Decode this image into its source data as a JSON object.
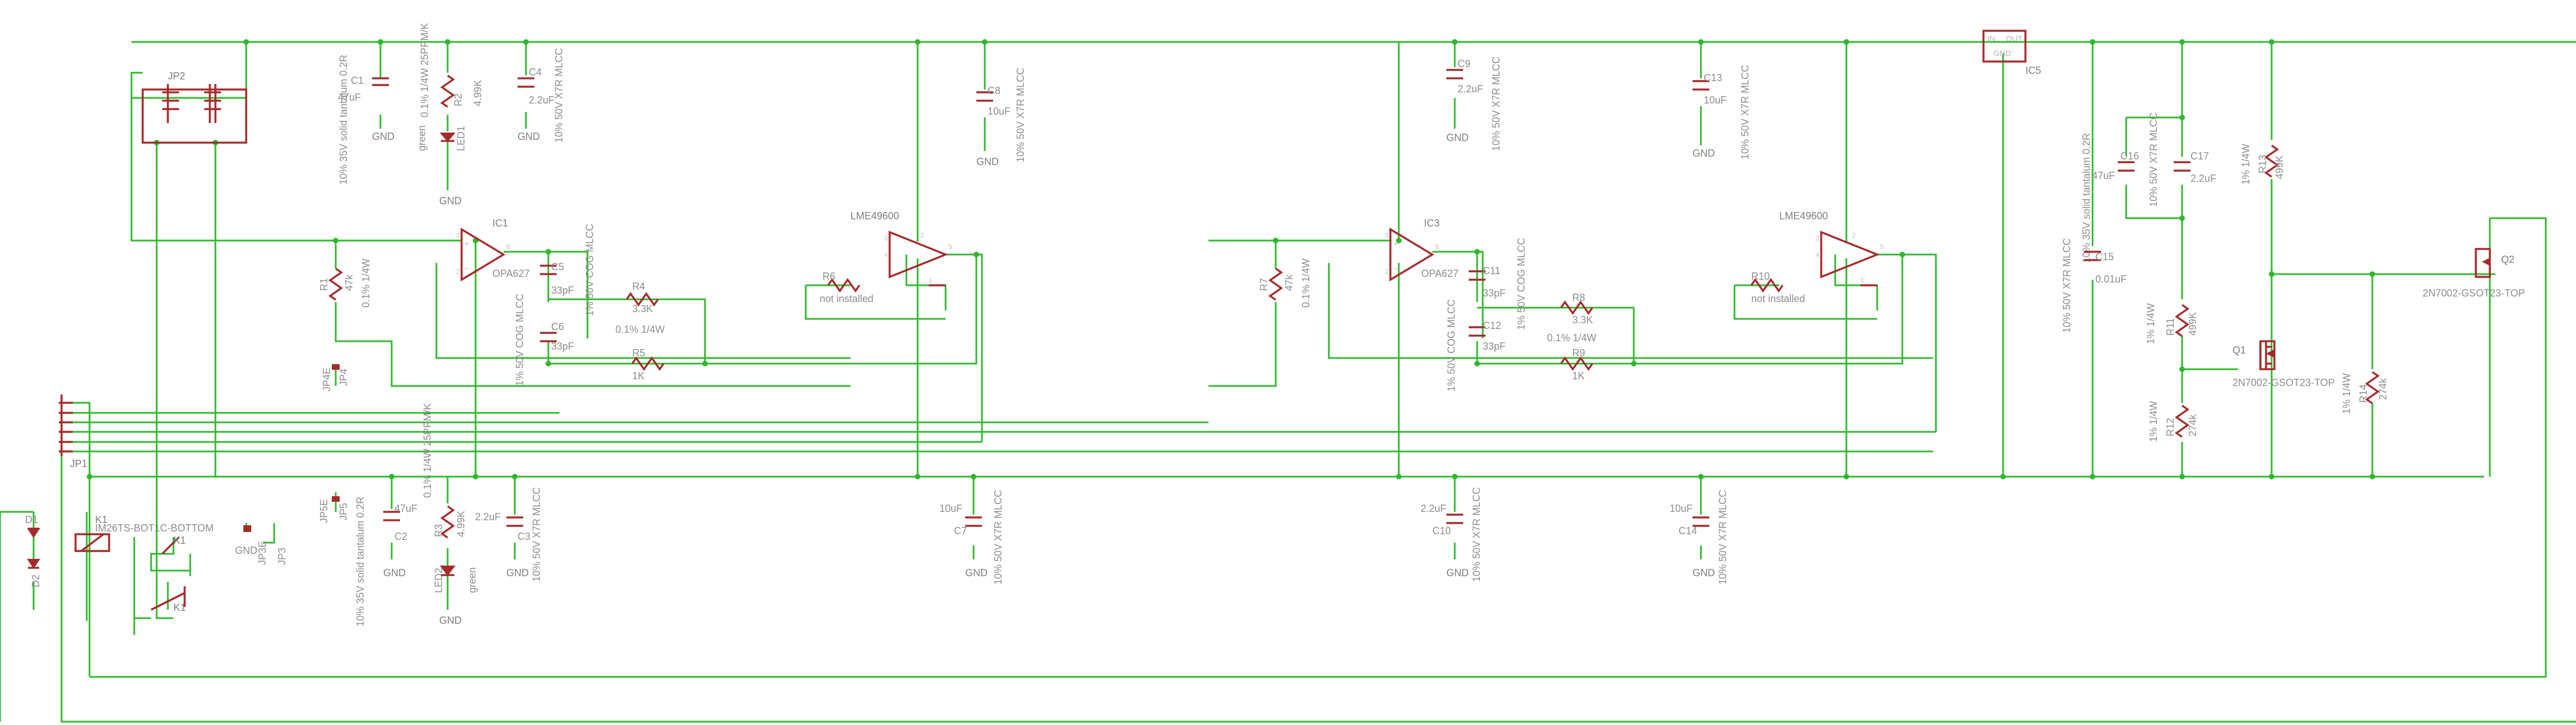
{
  "colors": {
    "wire": "#2eb82e",
    "symbol": "#a52a2a",
    "name": "#7d7d7d",
    "value": "#8c8c8c",
    "pin_number": "#c0c0c0",
    "pin_label": "#b0b0b0",
    "background": "#ffffff"
  },
  "parts": {
    "jp2": "JP2",
    "jp1": "JP1",
    "c1": {
      "name": "C1",
      "value": "47uF",
      "spec": "10% 35V solid tantalum 0.2R"
    },
    "r2": {
      "name": "R2",
      "value": "4.99K",
      "spec": "0.1% 1/4W 25PPM/K"
    },
    "led1": {
      "name": "LED1",
      "color": "green"
    },
    "c4": {
      "name": "C4",
      "value": "2.2uF",
      "spec": "10% 50V X7R MLCC"
    },
    "c8": {
      "name": "C8",
      "value": "10uF",
      "spec": "10% 50V X7R MLCC"
    },
    "c9": {
      "name": "C9",
      "value": "2.2uF",
      "spec": "10% 50V X7R MLCC"
    },
    "c13": {
      "name": "C13",
      "value": "10uF",
      "spec": "10% 50V X7R MLCC"
    },
    "ic5": {
      "name": "IC5",
      "in": "IN",
      "out": "OUT",
      "gnd": "GND"
    },
    "ic1": {
      "name": "IC1",
      "value": "OPA627"
    },
    "ic3": {
      "name": "IC3",
      "value": "OPA627"
    },
    "ic2_value": "LME49600",
    "ic4_value": "LME49600",
    "c5": {
      "name": "C5",
      "value": "33pF",
      "spec": "1% 50V COG MLCC"
    },
    "c6": {
      "name": "C6",
      "value": "33pF",
      "spec": "1% 50V COG MLCC"
    },
    "r4": {
      "name": "R4",
      "value": "3.3K"
    },
    "r5": {
      "name": "R5",
      "value": "1K"
    },
    "r45_spec": "0.1% 1/4W",
    "r6": {
      "name": "R6",
      "value": "not installed"
    },
    "r1": {
      "name": "R1",
      "value": "47k",
      "spec": "0.1% 1/4W"
    },
    "r7": {
      "name": "R7",
      "value": "47k",
      "spec": "0.1% 1/4W"
    },
    "c11": {
      "name": "C11",
      "value": "33pF",
      "spec": "1% 50V COG MLCC"
    },
    "c12": {
      "name": "C12",
      "value": "33pF",
      "spec": "1% 50V COG MLCC"
    },
    "r8": {
      "name": "R8",
      "value": "3.3K"
    },
    "r9": {
      "name": "R9",
      "value": "1K"
    },
    "r89_spec": "0.1% 1/4W",
    "r10": {
      "name": "R10",
      "value": "not installed"
    },
    "c16": {
      "name": "C16",
      "value": "47uF",
      "spec": "10% 35V solid tantalum 0.2R"
    },
    "c17": {
      "name": "C17",
      "value": "2.2uF",
      "spec": "10% 50V X7R MLCC"
    },
    "r13": {
      "name": "R13",
      "value": "499K",
      "spec": "1% 1/4W"
    },
    "c15": {
      "name": "C15",
      "value": "0.01uF",
      "spec": "10% 50V X7R MLCC"
    },
    "r11": {
      "name": "R11",
      "value": "499K",
      "spec": "1% 1/4W"
    },
    "r12": {
      "name": "R12",
      "value": "274k",
      "spec": "1% 1/4W"
    },
    "r14": {
      "name": "R14",
      "value": "274k",
      "spec": "1% 1/4W"
    },
    "q1": {
      "name": "Q1",
      "value": "2N7002-GSOT23-TOP"
    },
    "q2": {
      "name": "Q2",
      "value": "2N7002-GSOT23-TOP"
    },
    "k1": {
      "name": "K1",
      "value": "IM26TS-BOT1C-BOTTOM"
    },
    "d1": "D1",
    "d2": "D2",
    "c2": {
      "name": "C2",
      "value": "47uF",
      "spec": "10% 35V solid tantalum 0.2R"
    },
    "r3": {
      "name": "R3",
      "value": "4.99K",
      "spec": "0.1% 1/4W 25PPM/K"
    },
    "led2": {
      "name": "LED2",
      "color": "green"
    },
    "c3": {
      "name": "C3",
      "value": "2.2uF",
      "spec": "10% 50V X7R MLCC"
    },
    "c7": {
      "name": "C7",
      "value": "10uF",
      "spec": "10% 50V X7R MLCC"
    },
    "c10": {
      "name": "C10",
      "value": "2.2uF",
      "spec": "10% 50V X7R MLCC"
    },
    "c14": {
      "name": "C14",
      "value": "10uF",
      "spec": "10% 50V X7R MLCC"
    },
    "jp3": "JP3",
    "jp4": "JP4",
    "jp5": "JP5",
    "jp4e": "JP4E",
    "jp5e": "JP5E",
    "jp3e": "JP3E"
  },
  "gnd_label": "GND"
}
